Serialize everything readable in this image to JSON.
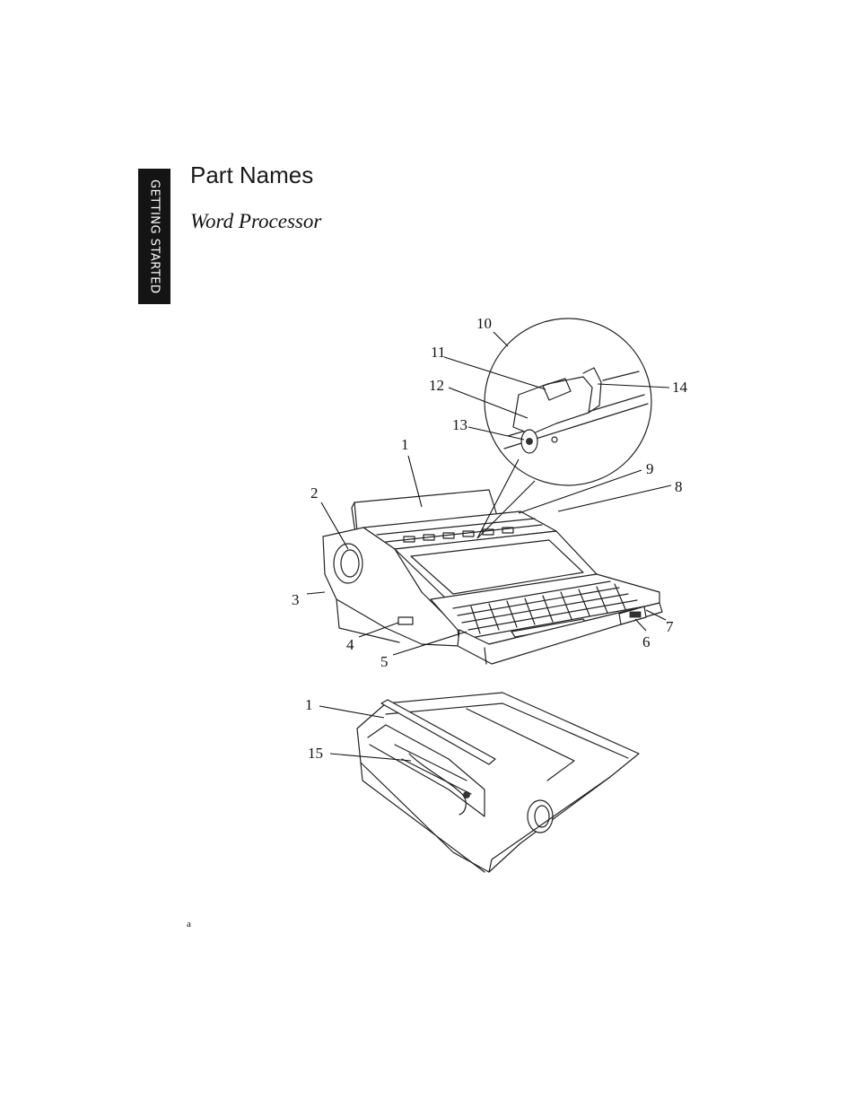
{
  "side_tab": {
    "label": "GETTING STARTED"
  },
  "heading": {
    "title": "Part Names",
    "subtitle": "Word Processor"
  },
  "callouts": {
    "c1": "1",
    "c2": "2",
    "c3": "3",
    "c4": "4",
    "c5": "5",
    "c6": "6",
    "c7": "7",
    "c8": "8",
    "c9": "9",
    "c10": "10",
    "c11": "11",
    "c12": "12",
    "c13": "13",
    "c14": "14",
    "c1b": "1",
    "c15": "15"
  },
  "footer": {
    "page_number": "a"
  }
}
